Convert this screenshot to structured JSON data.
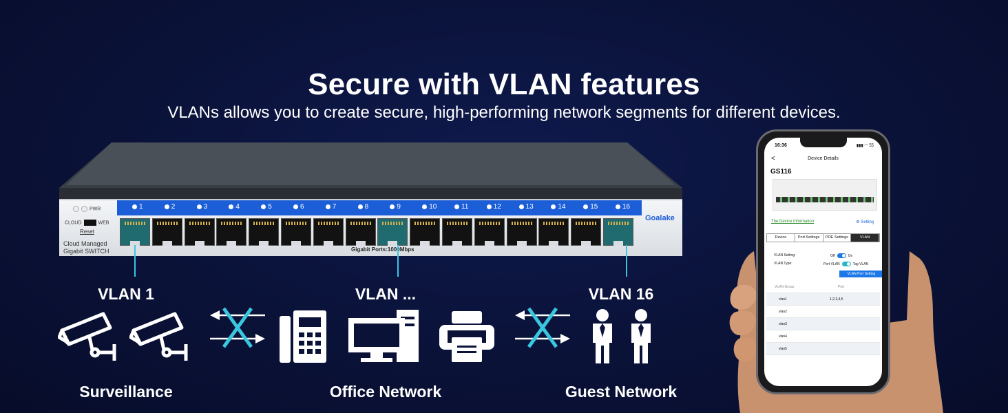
{
  "heading": {
    "title": "Secure with VLAN features",
    "subtitle": "VLANs allows you to create secure, high-performing network segments for different devices."
  },
  "switch": {
    "leds": [
      "PWR"
    ],
    "cloud_label": "CLOUD",
    "web_label": "WEB",
    "reset_label": "Reset",
    "model_line1": "Cloud Managed",
    "model_line2": "Gigabit SWITCH",
    "brand": "Goalake",
    "ports_label": "Gigabit Ports:1000Mbps",
    "ports": [
      "1",
      "2",
      "3",
      "4",
      "5",
      "6",
      "7",
      "8",
      "9",
      "10",
      "11",
      "12",
      "13",
      "14",
      "15",
      "16"
    ],
    "highlighted_ports": [
      "1",
      "9",
      "16"
    ]
  },
  "vlans": [
    {
      "label": "VLAN 1",
      "group": "Surveillance"
    },
    {
      "label": "VLAN ...",
      "group": "Office Network"
    },
    {
      "label": "VLAN 16",
      "group": "Guest Network"
    }
  ],
  "phone": {
    "time": "16:36",
    "status_icons": "▮▮▮ ◠ 55",
    "back": "<",
    "header_title": "Device Details",
    "device_name": "GS116",
    "info_link": "The Device Information",
    "setting_link": "⚙ Setting",
    "tabs": [
      "Device",
      "Port Settings",
      "POE Settings",
      "VLAN"
    ],
    "active_tab": "VLAN",
    "vlan_setting_label": "VLAN Setting:",
    "off_label": "Off",
    "on_label": "On",
    "vlan_type_label": "VLAN Type:",
    "port_vlan_label": "Port VLAN",
    "tag_vlan_label": "Tag VLAN",
    "vlan_port_setting_button": "VLAN Port Setting",
    "table_headers": [
      "VLAN Group",
      "Port"
    ],
    "rows": [
      {
        "group": "vlan1",
        "port": "1,2,3,4,5"
      },
      {
        "group": "vlan2",
        "port": ""
      },
      {
        "group": "vlan3",
        "port": ""
      },
      {
        "group": "vlan4",
        "port": ""
      },
      {
        "group": "vlan5",
        "port": ""
      }
    ]
  },
  "colors": {
    "background": "#0a1238",
    "accent_cyan": "#3bc6e0",
    "switch_blue": "#1c5ed8",
    "app_blue": "#1c77e8"
  },
  "icons": [
    "security-camera-icon",
    "blocked-arrows-icon",
    "desk-phone-icon",
    "desktop-computer-icon",
    "printer-icon",
    "person-icon"
  ]
}
